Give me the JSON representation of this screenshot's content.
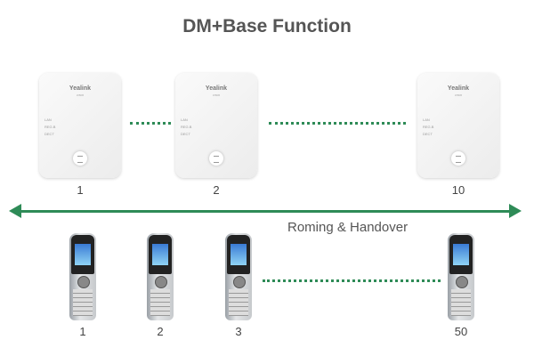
{
  "title": "DM+Base Function",
  "base_brand": "Yealink",
  "base_model": "W80B",
  "base_leds": [
    "LAN",
    "REG.B",
    "DECT"
  ],
  "bases": [
    {
      "label": "1"
    },
    {
      "label": "2"
    },
    {
      "label": "10"
    }
  ],
  "roaming_label": "Roming & Handover",
  "handsets": [
    {
      "label": "1"
    },
    {
      "label": "2"
    },
    {
      "label": "3"
    },
    {
      "label": "50"
    }
  ],
  "colors": {
    "accent": "#2e8b57",
    "title": "#555555"
  }
}
